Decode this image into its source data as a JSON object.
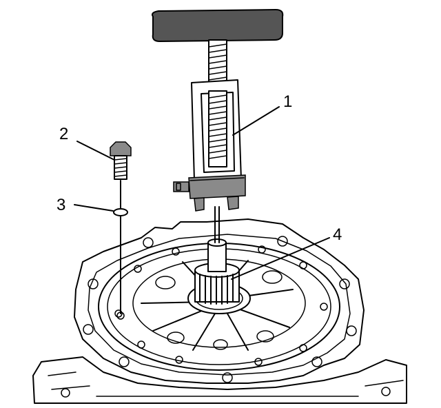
{
  "callouts": [
    {
      "id": 1,
      "label": "1"
    },
    {
      "id": 2,
      "label": "2"
    },
    {
      "id": 3,
      "label": "3"
    },
    {
      "id": 4,
      "label": "4"
    }
  ],
  "colors": {
    "line": "#000000",
    "background": "#ffffff",
    "handle_fill": "#555555",
    "part_fill": "#8a8a8a"
  }
}
